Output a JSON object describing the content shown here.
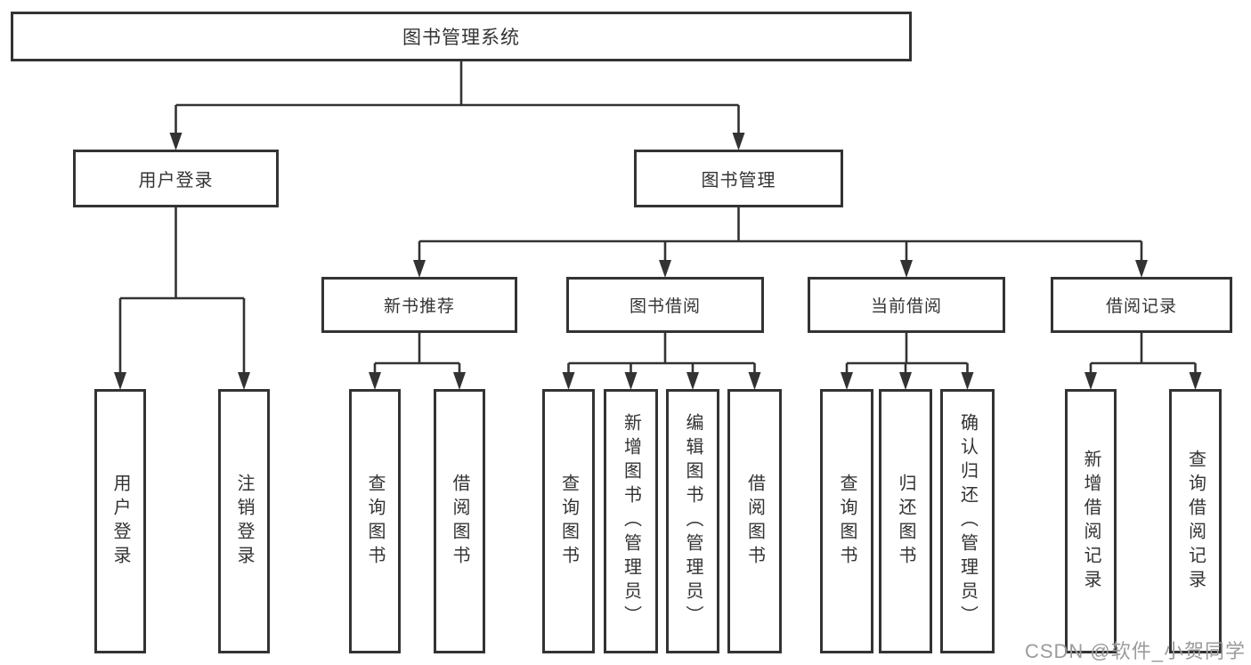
{
  "diagram": {
    "title": "图书管理系统",
    "level2": {
      "user_login": "用户登录",
      "book_management": "图书管理"
    },
    "level3": {
      "new_book_recommend": "新书推荐",
      "book_borrow": "图书借阅",
      "current_borrow": "当前借阅",
      "borrow_records": "借阅记录"
    },
    "leaves": {
      "user_login": "用户登录",
      "logout": "注销登录",
      "rec_query_book": "查询图书",
      "rec_borrow_book": "借阅图书",
      "bb_query_book": "查询图书",
      "bb_add_book": "新增图书（管理员）",
      "bb_edit_book": "编辑图书（管理员）",
      "bb_borrow_book": "借阅图书",
      "cb_query_book": "查询图书",
      "cb_return_book": "归还图书",
      "cb_confirm_return": "确认归还（管理员）",
      "br_add_record": "新增借阅记录",
      "br_query_record": "查询借阅记录"
    },
    "hierarchy": {
      "图书管理系统": [
        "用户登录",
        "图书管理"
      ],
      "用户登录": [
        "用户登录",
        "注销登录"
      ],
      "图书管理": [
        "新书推荐",
        "图书借阅",
        "当前借阅",
        "借阅记录"
      ],
      "新书推荐": [
        "查询图书",
        "借阅图书"
      ],
      "图书借阅": [
        "查询图书",
        "新增图书（管理员）",
        "编辑图书（管理员）",
        "借阅图书"
      ],
      "当前借阅": [
        "查询图书",
        "归还图书",
        "确认归还（管理员）"
      ],
      "借阅记录": [
        "新增借阅记录",
        "查询借阅记录"
      ]
    }
  },
  "watermark": "CSDN @软件_小贺同学",
  "colors": {
    "line": "#333333",
    "box_border": "#333333",
    "box_fill": "#ffffff",
    "text": "#333333",
    "watermark": "#9b9b9b"
  }
}
